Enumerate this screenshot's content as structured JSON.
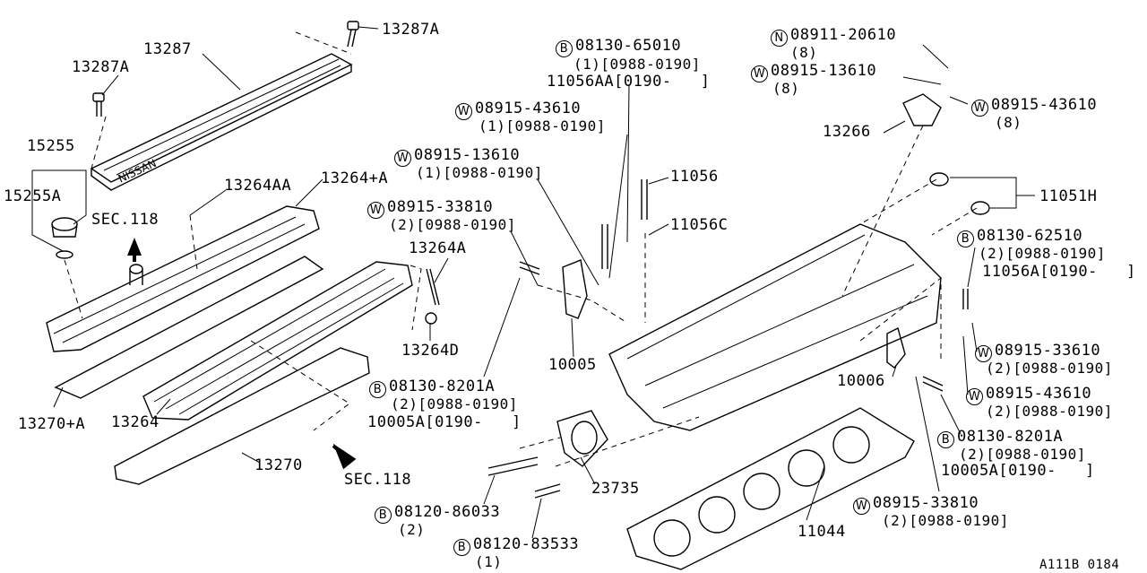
{
  "labels": {
    "p13287A_top": "13287A",
    "p13287": "13287",
    "p13287A_left": "13287A",
    "p15255": "15255",
    "p15255A": "15255A",
    "sec118_top": "SEC.118",
    "p13264AA": "13264AA",
    "p13264plusA": "13264+A",
    "p13264A": "13264A",
    "p13264D": "13264D",
    "p13270plusA": "13270+A",
    "p13264": "13264",
    "p13270": "13270",
    "sec118_bottom": "SEC.118",
    "b_08130_65010": "08130-65010",
    "b_08130_65010_q": "(1)[0988-0190]",
    "p11056AA": "11056AA[0190-   ]",
    "w_08915_43610_a": "08915-43610",
    "w_08915_43610_a_q": "(1)[0988-0190]",
    "w_08915_13610_a": "08915-13610",
    "w_08915_13610_a_q": "(1)[0988-0190]",
    "w_08915_33810_a": "08915-33810",
    "w_08915_33810_a_q": "(2)[0988-0190]",
    "p11056": "11056",
    "p11056C": "11056C",
    "p10005": "10005",
    "b_08130_8201A_a": "08130-8201A",
    "b_08130_8201A_a_q": "(2)[0988-0190]",
    "p10005A_a": "10005A[0190-   ]",
    "p23735": "23735",
    "b_08120_86033": "08120-86033",
    "b_08120_86033_q": "(2)",
    "b_08120_83533": "08120-83533",
    "b_08120_83533_q": "(1)",
    "n_08911_20610": "08911-20610",
    "n_08911_20610_q": "(8)",
    "w_08915_13610_b": "08915-13610",
    "w_08915_13610_b_q": "(8)",
    "w_08915_43610_b": "08915-43610",
    "w_08915_43610_b_q": "(8)",
    "p13266": "13266",
    "p11051H": "11051H",
    "b_08130_62510": "08130-62510",
    "b_08130_62510_q": "(2)[0988-0190]",
    "p11056A": "11056A[0190-   ]",
    "w_08915_33610": "08915-33610",
    "w_08915_33610_q": "(2)[0988-0190]",
    "w_08915_43610_c": "08915-43610",
    "w_08915_43610_c_q": "(2)[0988-0190]",
    "p10006": "10006",
    "b_08130_8201A_b": "08130-8201A",
    "b_08130_8201A_b_q": "(2)[0988-0190]",
    "p10005A_b": "10005A[0190-   ]",
    "w_08915_33810_b": "08915-33810",
    "w_08915_33810_b_q": "(2)[0988-0190]",
    "p11044": "11044",
    "diagram_code": "A111B 0184"
  },
  "markers": {
    "bolt": "B",
    "washer": "W",
    "nut": "N"
  }
}
